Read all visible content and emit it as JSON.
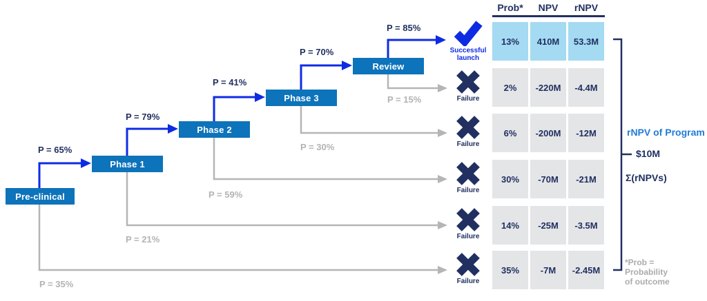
{
  "colors": {
    "stage_box_blue": "#0d73ba",
    "success_arrow_blue": "#0e2be4",
    "navy": "#213061",
    "gray_line": "#b4b5b7",
    "gray_text": "#b2b3b5",
    "highlight_row_blue": "#a4daf2",
    "row_gray": "#e4e5e7",
    "summary_title_blue": "#217cd8",
    "box_text_white": "#ffffff"
  },
  "tree": {
    "stages": [
      {
        "label": "Pre-clinical",
        "success_prob": "P = 65%",
        "failure_prob": "P = 35%"
      },
      {
        "label": "Phase 1",
        "success_prob": "P = 79%",
        "failure_prob": "P = 21%"
      },
      {
        "label": "Phase 2",
        "success_prob": "P = 41%",
        "failure_prob": "P = 59%"
      },
      {
        "label": "Phase 3",
        "success_prob": "P = 70%",
        "failure_prob": "P = 30%"
      },
      {
        "label": "Review",
        "success_prob": "P = 85%",
        "failure_prob": "P = 15%"
      }
    ],
    "outcomes": [
      {
        "type": "success",
        "icon": "checkmark-icon",
        "label": "Successful launch"
      },
      {
        "type": "failure",
        "icon": "x-icon",
        "label": "Failure"
      },
      {
        "type": "failure",
        "icon": "x-icon",
        "label": "Failure"
      },
      {
        "type": "failure",
        "icon": "x-icon",
        "label": "Failure"
      },
      {
        "type": "failure",
        "icon": "x-icon",
        "label": "Failure"
      },
      {
        "type": "failure",
        "icon": "x-icon",
        "label": "Failure"
      }
    ]
  },
  "table": {
    "headers": [
      "Prob*",
      "NPV",
      "rNPV"
    ],
    "rows": [
      {
        "prob": "13%",
        "npv": "410M",
        "rnpv": "53.3M",
        "highlight": true
      },
      {
        "prob": "2%",
        "npv": "-220M",
        "rnpv": "-4.4M",
        "highlight": false
      },
      {
        "prob": "6%",
        "npv": "-200M",
        "rnpv": "-12M",
        "highlight": false
      },
      {
        "prob": "30%",
        "npv": "-70M",
        "rnpv": "-21M",
        "highlight": false
      },
      {
        "prob": "14%",
        "npv": "-25M",
        "rnpv": "-3.5M",
        "highlight": false
      },
      {
        "prob": "35%",
        "npv": "-7M",
        "rnpv": "-2.45M",
        "highlight": false
      }
    ]
  },
  "summary": {
    "title": "rNPV of Program",
    "value": "$10M",
    "formula": "Σ(rNPVs)"
  },
  "footnote": {
    "line1": "*Prob =",
    "line2": "Probability",
    "line3": "of outcome"
  }
}
